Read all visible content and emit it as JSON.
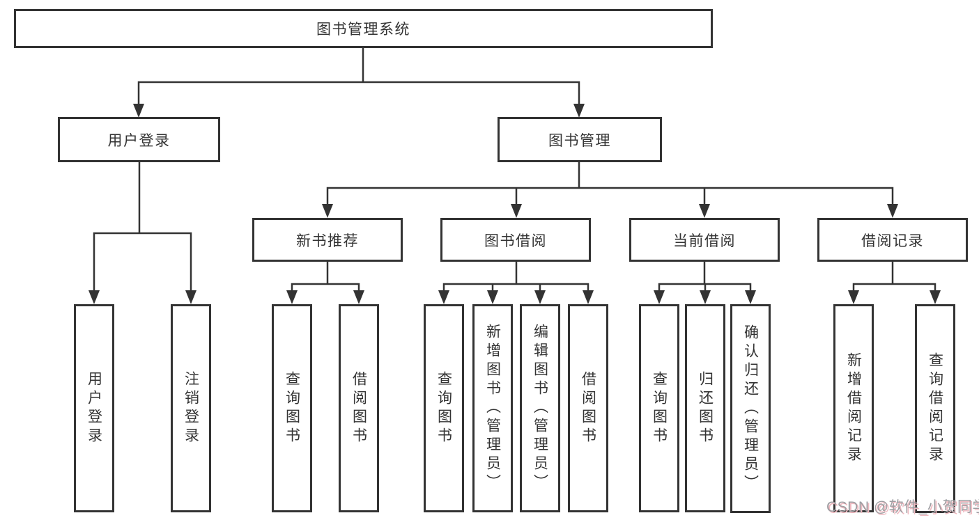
{
  "tree": {
    "root": {
      "label": "图书管理系统"
    },
    "branches": [
      {
        "label": "用户登录",
        "children": [
          {
            "label": "用户登录"
          },
          {
            "label": "注销登录"
          }
        ]
      },
      {
        "label": "图书管理",
        "sections": [
          {
            "label": "新书推荐",
            "children": [
              {
                "label": "查询图书"
              },
              {
                "label": "借阅图书"
              }
            ]
          },
          {
            "label": "图书借阅",
            "children": [
              {
                "label": "查询图书"
              },
              {
                "label": "新增图书（管理员）"
              },
              {
                "label": "编辑图书（管理员）"
              },
              {
                "label": "借阅图书"
              }
            ]
          },
          {
            "label": "当前借阅",
            "children": [
              {
                "label": "查询图书"
              },
              {
                "label": "归还图书"
              },
              {
                "label": "确认归还（管理员）"
              }
            ]
          },
          {
            "label": "借阅记录",
            "children": [
              {
                "label": "新增借阅记录"
              },
              {
                "label": "查询借阅记录"
              }
            ]
          }
        ]
      }
    ]
  },
  "watermark": {
    "text": "CSDN @软件_小贺同学"
  },
  "colors": {
    "line": "#333333",
    "text": "#333333",
    "background": "#ffffff",
    "watermark_gray": "#9e9ea2",
    "watermark_pink": "#efb9c0"
  }
}
